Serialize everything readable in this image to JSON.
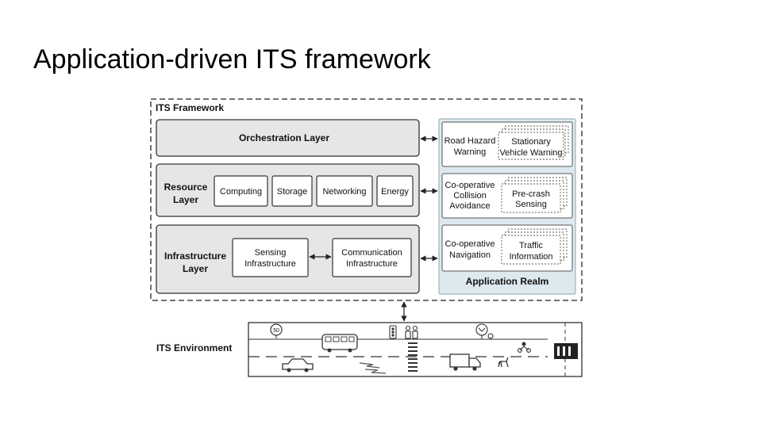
{
  "title": "Application-driven ITS framework",
  "framework": {
    "label": "ITS Framework",
    "orchestration": {
      "label": "Orchestration Layer"
    },
    "resource": {
      "label_lines": [
        "Resource",
        "Layer"
      ],
      "items": [
        "Computing",
        "Storage",
        "Networking",
        "Energy"
      ]
    },
    "infrastructure": {
      "label_lines": [
        "Infrastructure",
        "Layer"
      ],
      "sensing_lines": [
        "Sensing",
        "Infrastructure"
      ],
      "communication_lines": [
        "Communication",
        "Infrastructure"
      ]
    },
    "application_realm": {
      "label": "Application Realm",
      "apps": [
        {
          "name_lines": [
            "Road Hazard",
            "Warning"
          ],
          "sub_lines": [
            "Stationary",
            "Vehicle Warning"
          ]
        },
        {
          "name_lines": [
            "Co-operative",
            "Collision",
            "Avoidance"
          ],
          "sub_lines": [
            "Pre-crash",
            "Sensing"
          ]
        },
        {
          "name_lines": [
            "Co-operative",
            "Navigation"
          ],
          "sub_lines": [
            "Traffic",
            "Information"
          ]
        }
      ]
    }
  },
  "environment": {
    "label": "ITS Environment",
    "speed_sign": "50",
    "icons": [
      "speed-sign-icon",
      "bus-icon",
      "car-icon",
      "traffic-light-icon",
      "pedestrians-icon",
      "tree-icon",
      "truck-icon",
      "motorcycle-icon",
      "dog-icon",
      "crosswalk-icon",
      "barrier-icon"
    ]
  },
  "colors": {
    "layer_fill": "#e6e6e6",
    "realm_fill": "#dde9ee",
    "stroke": "#333333"
  }
}
